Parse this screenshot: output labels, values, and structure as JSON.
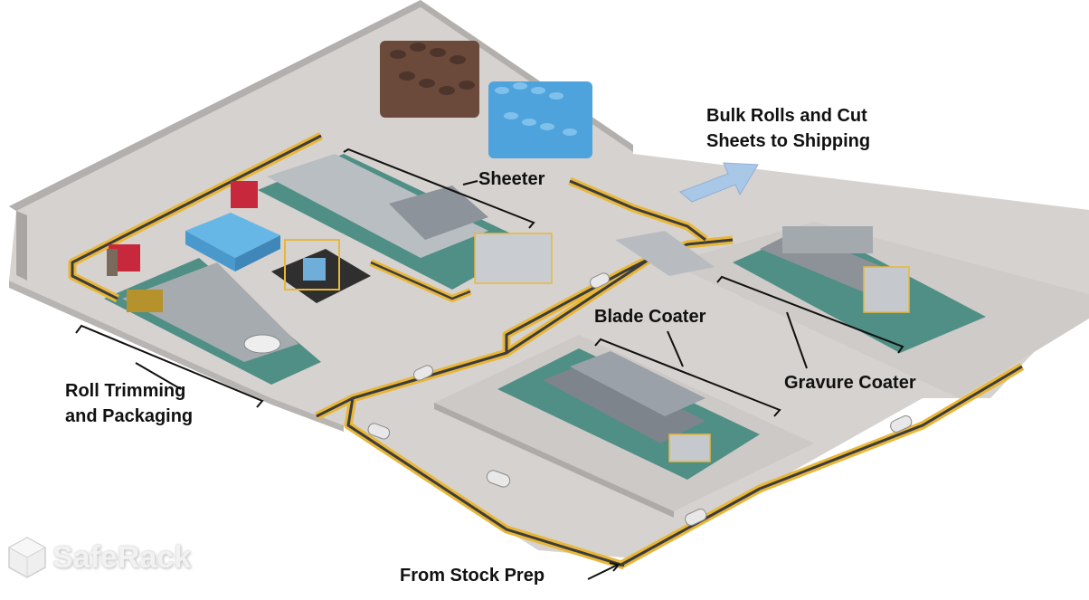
{
  "labels": {
    "shipping_line1": "Bulk Rolls and Cut",
    "shipping_line2": "Sheets to Shipping",
    "sheeter": "Sheeter",
    "blade_coater": "Blade Coater",
    "gravure_coater": "Gravure Coater",
    "trimming_line1": "Roll Trimming",
    "trimming_line2": "and Packaging",
    "stock_prep": "From Stock Prep"
  },
  "logo": {
    "text": "SafeRack",
    "icon": "cube-logo-icon"
  },
  "colors": {
    "floor": "#d9d5d2",
    "wall": "#bdb9b6",
    "pad": "#4f8f86",
    "track": "#e8b73a",
    "track_core": "#3c3c3c",
    "equipment": "#9aa0a6",
    "bulk_rolls_blue": "#4fa3dc",
    "paper_rolls_brown": "#6b4a3c",
    "arrow": "#a9c7e6"
  }
}
